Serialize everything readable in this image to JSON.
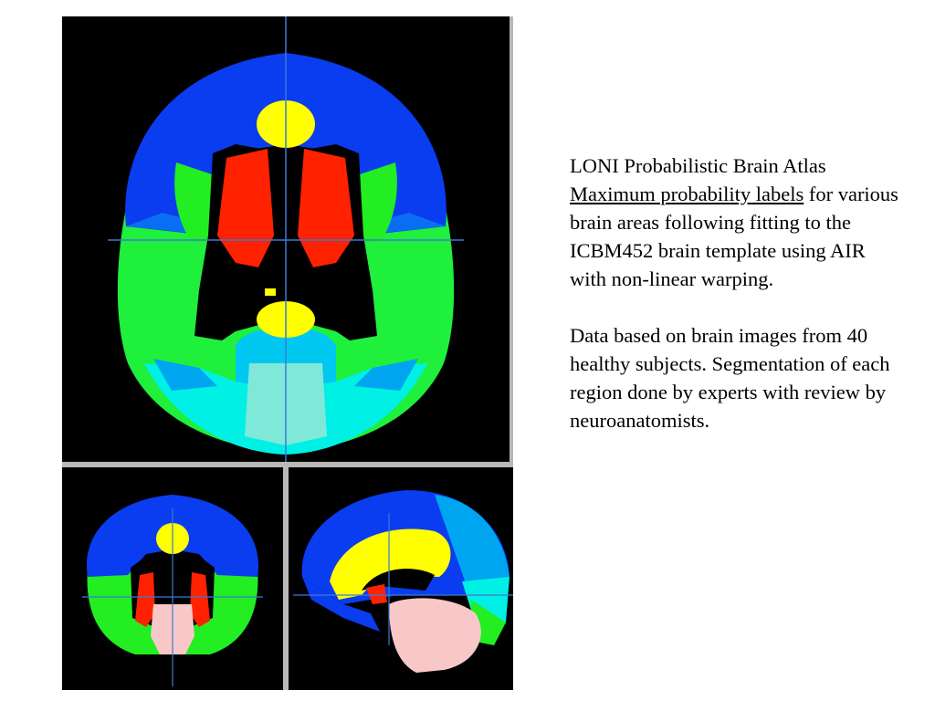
{
  "caption": {
    "title": "LONI Probabilistic Brain Atlas",
    "link_text": "Maximum probability labels",
    "description_rest": " for various brain areas following fitting to the ICBM452 brain template using AIR with non-linear warping.",
    "data_note": "Data based on brain images from 40 healthy subjects. Segmentation of each region done by experts with review by neuroanatomists."
  },
  "colors": {
    "background": "#000000",
    "frontal": "#0a3cf0",
    "caudate": "#ffff00",
    "putamen": "#ff2200",
    "insula_green": "#22ee22",
    "temporal_green": "#1ef03c",
    "occipital_cyan": "#00f0e6",
    "parietal_blue": "#00a5f0",
    "brainstem_pink": "#f8c8c8",
    "cerebellum_light": "#7fe8d8",
    "crosshair": "#3a7bd5"
  }
}
